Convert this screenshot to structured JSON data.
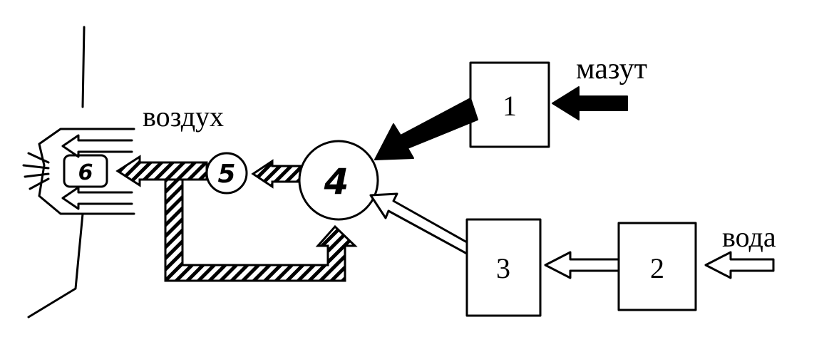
{
  "labels": {
    "mazut": "мазут",
    "vozdukh": "воздух",
    "voda": "вода"
  },
  "blocks": {
    "b1": "1",
    "b2": "2",
    "b3": "3",
    "b4": "4",
    "b5": "5",
    "b6": "6"
  },
  "colors": {
    "ink": "#000000",
    "background": "#ffffff"
  }
}
